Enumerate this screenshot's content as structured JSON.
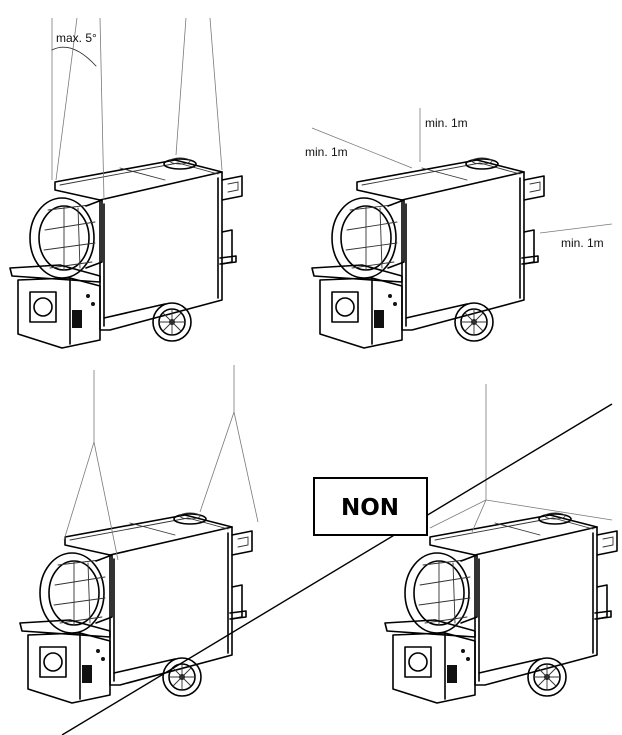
{
  "panels": [
    {
      "id": "max-tilt",
      "labels": [
        "max. 5°"
      ]
    },
    {
      "id": "clearance",
      "labels": [
        "min. 1m",
        "min. 1m",
        "min. 1m"
      ]
    },
    {
      "id": "suspension-correct",
      "labels": []
    },
    {
      "id": "suspension-wrong",
      "labels": [
        "NON"
      ]
    }
  ],
  "colors": {
    "lines": "#000000",
    "wires": "#7a7a7a",
    "background": "#ffffff"
  }
}
